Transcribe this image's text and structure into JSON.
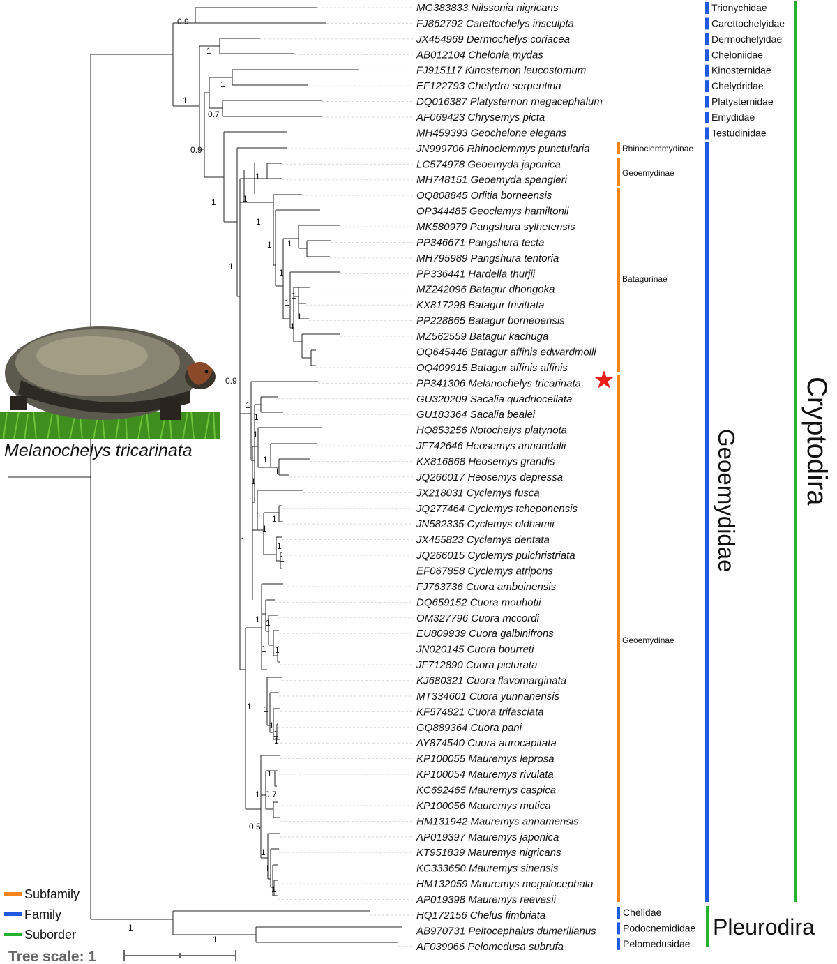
{
  "taxa": [
    "MG383833 Nilssonia nigricans",
    "FJ862792 Carettochelys insculpta",
    "JX454969 Dermochelys coriacea",
    "AB012104 Chelonia mydas",
    "FJ915117 Kinosternon leucostomum",
    "EF122793 Chelydra serpentina",
    "DQ016387 Platysternon megacephalum",
    "AF069423 Chrysemys picta",
    "MH459393 Geochelone elegans",
    "JN999706 Rhinoclemmys punctularia",
    "LC574978 Geoemyda japonica",
    "MH748151 Geoemyda spengleri",
    "OQ808845 Orlitia borneensis",
    "OP344485 Geoclemys hamiltonii",
    "MK580979 Pangshura sylhetensis",
    "PP346671 Pangshura tecta",
    "MH795989 Pangshura tentoria",
    "PP336441 Hardella thurjii",
    "MZ242096 Batagur dhongoka",
    "KX817298 Batagur trivittata",
    "PP228865 Batagur borneoensis",
    "MZ562559 Batagur kachuga",
    "OQ645446 Batagur affinis edwardmolli",
    "OQ409915 Batagur affinis affinis",
    "PP341306 Melanochelys tricarinata",
    "GU320209 Sacalia quadriocellata",
    "GU183364 Sacalia bealei",
    "HQ853256 Notochelys platynota",
    "JF742646 Heosemys annandalii",
    "KX816868 Heosemys grandis",
    "JQ266017 Heosemys depressa",
    "JX218031 Cyclemys fusca",
    "JQ277464 Cyclemys tcheponensis",
    "JN582335 Cyclemys oldhamii",
    "JX455823 Cyclemys dentata",
    "JQ266015 Cyclemys pulchristriata",
    "EF067858 Cyclemys atripons",
    "FJ763736 Cuora amboinensis",
    "DQ659152 Cuora mouhotii",
    "OM327796 Cuora mccordi",
    "EU809939 Cuora galbinifrons",
    "JN020145 Cuora bourreti",
    "JF712890 Cuora picturata",
    "KJ680321 Cuora flavomarginata",
    "MT334601 Cuora yunnanensis",
    "KF574821 Cuora trifasciata",
    "GQ889364 Cuora pani",
    "AY874540 Cuora aurocapitata",
    "KP100055 Mauremys leprosa",
    "KP100054 Mauremys rivulata",
    "KC692465 Mauremys caspica",
    "KP100056 Mauremys mutica",
    "HM131942 Mauremys annamensis",
    "AP019397 Mauremys japonica",
    "KT951839 Mauremys nigricans",
    "KC333650 Mauremys sinensis",
    "HM132059 Mauremys megalocephala",
    "AP019398 Mauremys reevesii",
    "HQ172156 Chelus fimbriata",
    "AB970731 Peltocephalus dumerilianus",
    "AF039066 Pelomedusa subrufa"
  ],
  "supports": [
    "0.9",
    "1",
    "1",
    "1",
    "0.7",
    "0.9",
    "1",
    "1",
    "1",
    "1",
    "1",
    "1",
    "1",
    "1",
    "1",
    "1",
    "1",
    "1",
    "0.9",
    "1",
    "1",
    "1",
    "1",
    "1",
    "1",
    "1",
    "1",
    "1",
    "1",
    "1",
    "1",
    "1",
    "1",
    "1",
    "1",
    "1",
    "1",
    "1",
    "1",
    "1",
    "1",
    "0.7",
    "1",
    "0.5",
    "1",
    "1",
    "1",
    "1",
    "1",
    "1"
  ],
  "families": [
    "Trionychidae",
    "Carettochelyidae",
    "Dermochelyidae",
    "Cheloniidae",
    "Kinosternidae",
    "Chelydridae",
    "Platysternidae",
    "Emydidae",
    "Testudinidae"
  ],
  "pleuro_families": [
    "Chelidae",
    "Podocnemididae",
    "Pelomedusidae"
  ],
  "subfamilies": [
    "Rhinoclemmydinae",
    "Geoemydinae",
    "Batagurinae",
    "Geoemydinae"
  ],
  "clades": {
    "geoemydidae": "Geoemydidae",
    "cryptodira": "Cryptodira",
    "pleurodira": "Pleurodira"
  },
  "photo_caption": "Melanochelys tricarinata",
  "legend": {
    "items": [
      {
        "label": "Subfamily",
        "color": "#f7831d"
      },
      {
        "label": "Family",
        "color": "#1f5ae0"
      },
      {
        "label": "Suborder",
        "color": "#22b22e"
      }
    ],
    "scale_label": "Tree scale: 1"
  },
  "colors": {
    "subfamily": "#f7831d",
    "family": "#1f5ae0",
    "suborder": "#22b22e",
    "highlight_star": "#e8201a"
  }
}
